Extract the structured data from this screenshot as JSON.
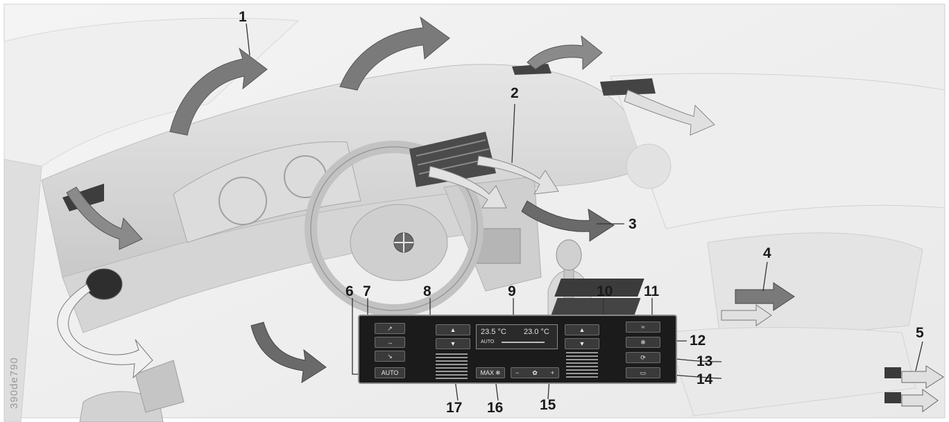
{
  "watermark": "390de790",
  "callouts": {
    "c1": "1",
    "c2": "2",
    "c3": "3",
    "c4": "4",
    "c5": "5",
    "c6": "6",
    "c7": "7",
    "c8": "8",
    "c9": "9",
    "c10": "10",
    "c11": "11",
    "c12": "12",
    "c13": "13",
    "c14": "14",
    "c15": "15",
    "c16": "16",
    "c17": "17"
  },
  "panel": {
    "left_temp": "23.5 °C",
    "right_temp": "23.0 °C",
    "mode": "AUTO",
    "auto_button": "AUTO",
    "max_button": "MAX",
    "minus": "−",
    "plus": "+",
    "up": "▲",
    "down": "▼"
  },
  "colors": {
    "arrow_dark": "#6e6e6e",
    "arrow_light": "#dcdcdc",
    "panel_bg": "#1b1b1b"
  }
}
